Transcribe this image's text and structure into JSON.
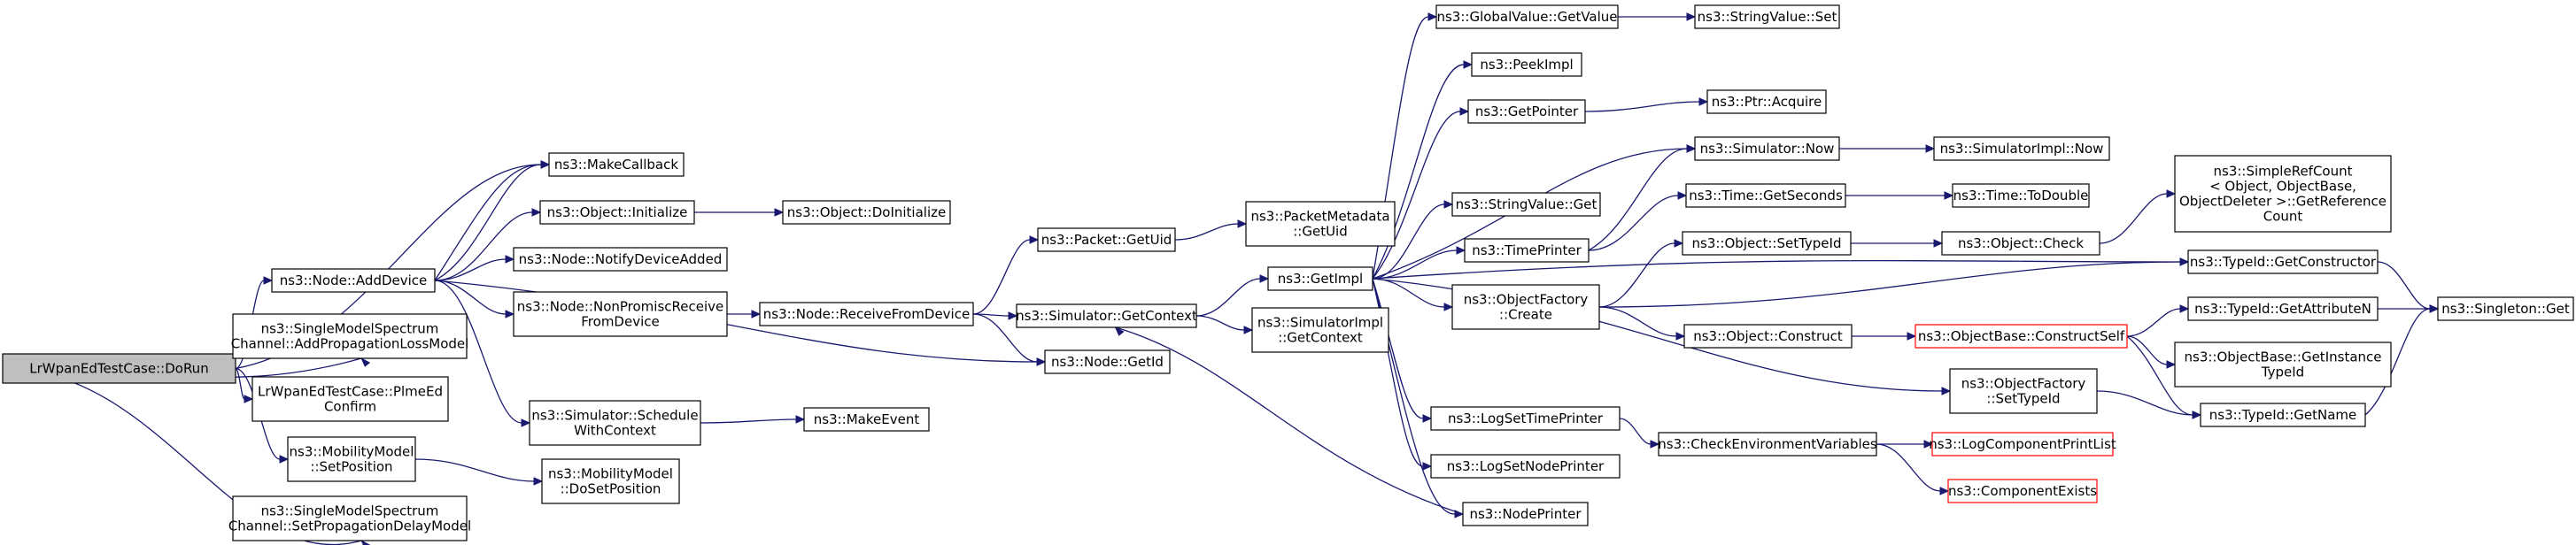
{
  "colors": {
    "edge": "#191970",
    "root_fill": "#bfbfbf",
    "missing_border": "#ff0000",
    "node_border": "#000000"
  },
  "nodes": {
    "dorun": [
      "LrWpanEdTestCase::DoRun"
    ],
    "makecallback": [
      "ns3::MakeCallback"
    ],
    "adddevice": [
      "ns3::Node::AddDevice"
    ],
    "addproploss": [
      "ns3::SingleModelSpectrum",
      "Channel::AddPropagationLossModel"
    ],
    "plmeed": [
      "LrWpanEdTestCase::PlmeEd",
      "Confirm"
    ],
    "setposition": [
      "ns3::MobilityModel",
      "::SetPosition"
    ],
    "setpropdelay": [
      "ns3::SingleModelSpectrum",
      "Channel::SetPropagationDelayModel"
    ],
    "objinit": [
      "ns3::Object::Initialize"
    ],
    "notifyadded": [
      "ns3::Node::NotifyDeviceAdded"
    ],
    "nonpromisc": [
      "ns3::Node::NonPromiscReceive",
      "FromDevice"
    ],
    "schedwc": [
      "ns3::Simulator::Schedule",
      "WithContext"
    ],
    "dosetpos": [
      "ns3::MobilityModel",
      "::DoSetPosition"
    ],
    "doinit": [
      "ns3::Object::DoInitialize"
    ],
    "recvdev": [
      "ns3::Node::ReceiveFromDevice"
    ],
    "makeevent": [
      "ns3::MakeEvent"
    ],
    "getuid": [
      "ns3::Packet::GetUid"
    ],
    "getctx": [
      "ns3::Simulator::GetContext"
    ],
    "getid": [
      "ns3::Node::GetId"
    ],
    "pmgetuid": [
      "ns3::PacketMetadata",
      "::GetUid"
    ],
    "getimpl": [
      "ns3::GetImpl"
    ],
    "implgetctx": [
      "ns3::SimulatorImpl",
      "::GetContext"
    ],
    "gvgetvalue": [
      "ns3::GlobalValue::GetValue"
    ],
    "peekimpl": [
      "ns3::PeekImpl"
    ],
    "getpointer": [
      "ns3::GetPointer"
    ],
    "svget": [
      "ns3::StringValue::Get"
    ],
    "timeprinter": [
      "ns3::TimePrinter"
    ],
    "objfactcreate": [
      "ns3::ObjectFactory",
      "::Create"
    ],
    "logsettime": [
      "ns3::LogSetTimePrinter"
    ],
    "logsetnode": [
      "ns3::LogSetNodePrinter"
    ],
    "nodeprinter": [
      "ns3::NodePrinter"
    ],
    "svset": [
      "ns3::StringValue::Set"
    ],
    "ptracquire": [
      "ns3::Ptr::Acquire"
    ],
    "simnow": [
      "ns3::Simulator::Now"
    ],
    "timegetsec": [
      "ns3::Time::GetSeconds"
    ],
    "objsettypeid": [
      "ns3::Object::SetTypeId"
    ],
    "objconstruct": [
      "ns3::Object::Construct"
    ],
    "checkenv": [
      "ns3::CheckEnvironmentVariables"
    ],
    "ofsettypeid": [
      "ns3::ObjectFactory",
      "::SetTypeId"
    ],
    "simimplnow": [
      "ns3::SimulatorImpl::Now"
    ],
    "todouble": [
      "ns3::Time::ToDouble"
    ],
    "objcheck": [
      "ns3::Object::Check"
    ],
    "obconstructself": [
      "ns3::ObjectBase::ConstructSelf"
    ],
    "logcompprint": [
      "ns3::LogComponentPrintList"
    ],
    "compexists": [
      "ns3::ComponentExists"
    ],
    "refcount": [
      "ns3::SimpleRefCount",
      "< Object, ObjectBase,",
      "ObjectDeleter >::GetReference",
      "Count"
    ],
    "tgetctor": [
      "ns3::TypeId::GetConstructor"
    ],
    "tgetattr": [
      "ns3::TypeId::GetAttributeN"
    ],
    "obgetinst": [
      "ns3::ObjectBase::GetInstance",
      "TypeId"
    ],
    "tgetname": [
      "ns3::TypeId::GetName"
    ],
    "singleton": [
      "ns3::Singleton::Get"
    ]
  }
}
